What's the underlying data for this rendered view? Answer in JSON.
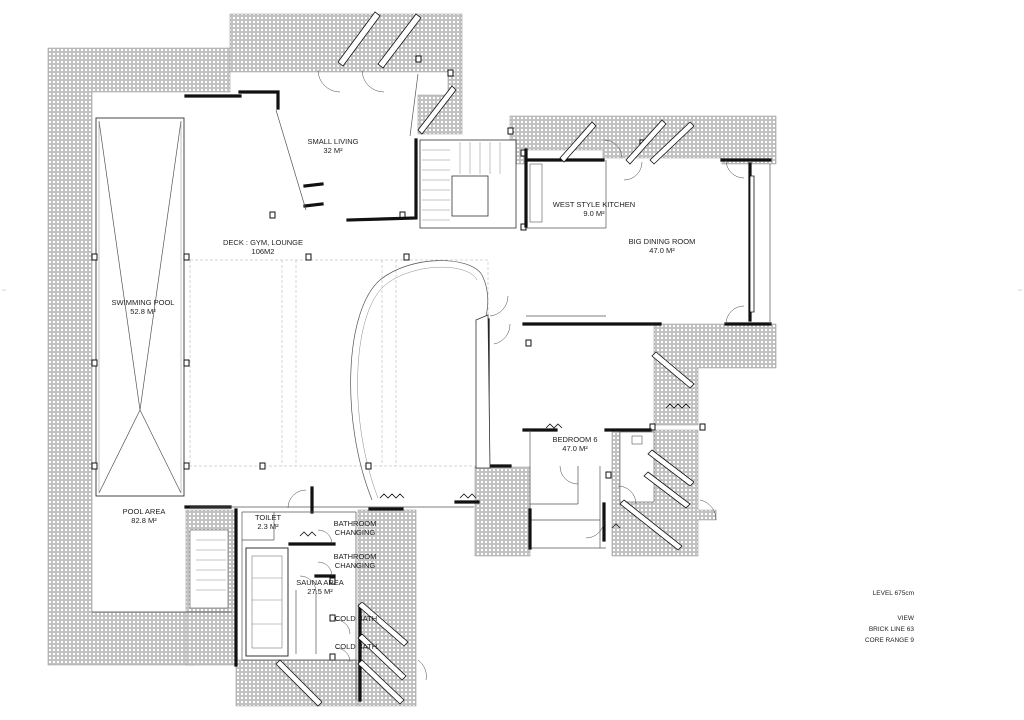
{
  "rooms": {
    "small_living": {
      "name": "SMALL LIVING",
      "area": "32 M²"
    },
    "west_kitchen": {
      "name": "WEST STYLE KITCHEN",
      "area": "9.0 M²"
    },
    "big_dining": {
      "name": "BIG DINING ROOM",
      "area": "47.0 M²"
    },
    "deck": {
      "name": "DECK : GYM, LOUNGE",
      "area": "106M2"
    },
    "swimming_pool": {
      "name": "SWIMMING POOL",
      "area": "52.8 M²"
    },
    "pool_area": {
      "name": "POOL AREA",
      "area": "82.8 M²"
    },
    "bedroom6": {
      "name": "BEDROOM 6",
      "area": "47.0 M²"
    },
    "toilet": {
      "name": "TOILET",
      "area": "2.3 M²"
    },
    "bath_changing_1": {
      "line1": "BATHROOM",
      "line2": "CHANGING"
    },
    "bath_changing_2": {
      "line1": "BATHROOM",
      "line2": "CHANGING"
    },
    "sauna": {
      "name": "SAUNA AREA",
      "area": "27.5 M²"
    },
    "cold_bath_1": {
      "name": "COLD BATH"
    },
    "cold_bath_2": {
      "name": "COLD BATH"
    }
  },
  "legend": {
    "level": "LEVEL 675cm",
    "view": "VIEW",
    "brick_line": "BRICK LINE 63",
    "core_range": "CORE RANGE 9"
  },
  "colors": {
    "wall": "#111111",
    "tile": "#9a9a9a",
    "background": "#ffffff"
  }
}
